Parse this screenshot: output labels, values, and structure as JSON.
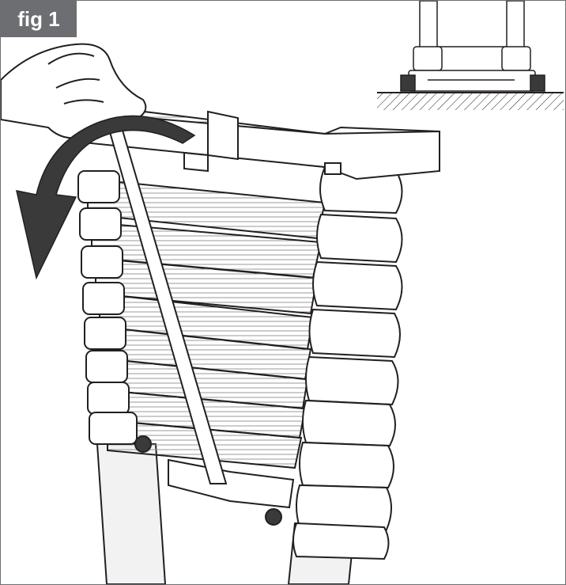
{
  "figure": {
    "label": "fig 1",
    "label_background": "#6d6e71",
    "label_text_color": "#ffffff",
    "line_color": "#231f20",
    "shade_color": "#d1d3d4",
    "illustration": "telescopic-ladder-strap-release",
    "inset": "ladder-feet-on-ground"
  }
}
